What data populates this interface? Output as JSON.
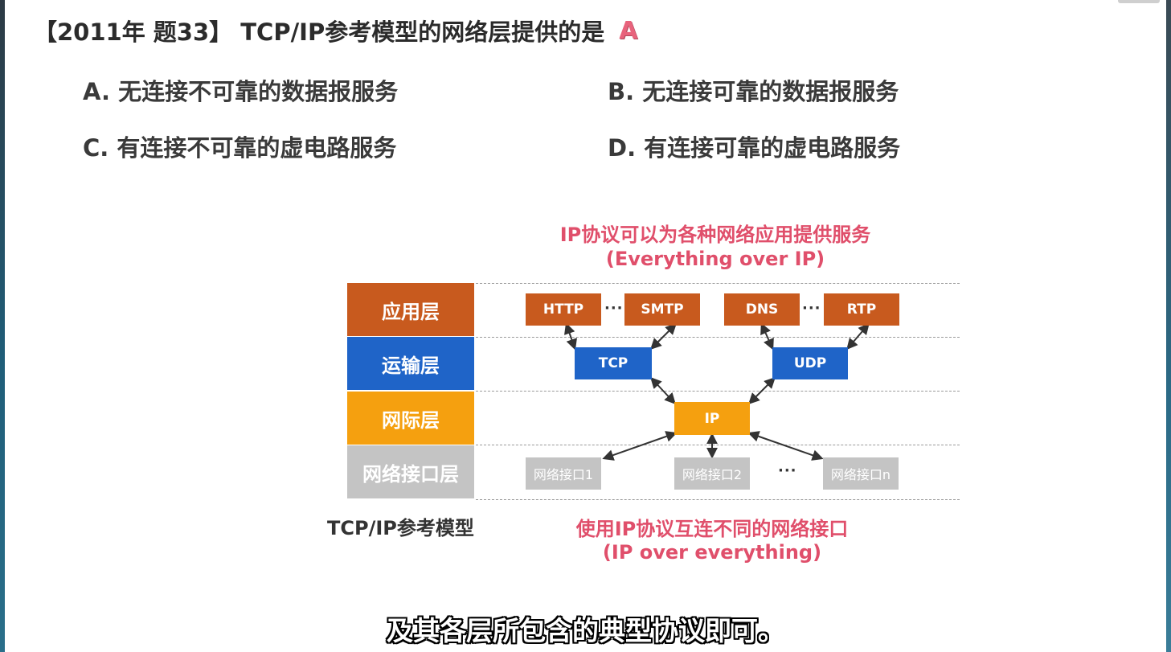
{
  "question": {
    "text": "【2011年 题33】 TCP/IP参考模型的网络层提供的是",
    "answer": "A"
  },
  "options": [
    {
      "label": "A. 无连接不可靠的数据报服务"
    },
    {
      "label": "B. 无连接可靠的数据报服务"
    },
    {
      "label": "C. 有连接不可靠的虚电路服务"
    },
    {
      "label": "D. 有连接可靠的虚电路服务"
    }
  ],
  "diagram": {
    "top_caption_line1": "IP协议可以为各种网络应用提供服务",
    "top_caption_line2": "(Everything over IP)",
    "bottom_caption_line1": "使用IP协议互连不同的网络接口",
    "bottom_caption_line2": "(IP over everything)",
    "model_label": "TCP/IP参考模型",
    "layers": [
      {
        "label": "应用层",
        "color": "#c85a1e"
      },
      {
        "label": "运输层",
        "color": "#1f64c8"
      },
      {
        "label": "网际层",
        "color": "#f5a00f"
      },
      {
        "label": "网络接口层",
        "color": "#c4c4c4"
      }
    ],
    "application_protocols": [
      "HTTP",
      "SMTP",
      "DNS",
      "RTP"
    ],
    "transport_protocols": [
      "TCP",
      "UDP"
    ],
    "network_protocols": [
      "IP"
    ],
    "interfaces": [
      "网络接口1",
      "网络接口2",
      "网络接口n"
    ],
    "ellipsis": "···"
  },
  "subtitle": "及其各层所包含的典型协议即可。"
}
